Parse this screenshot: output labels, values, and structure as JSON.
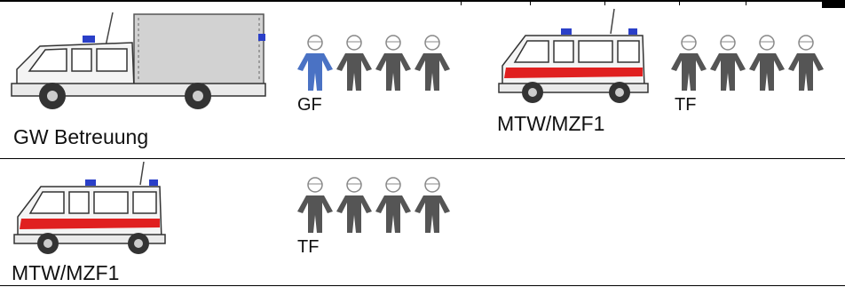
{
  "groups": [
    {
      "vehicle_label": "GW Betreuung",
      "vehicle_icon": "truck-with-tarp-icon",
      "crew_label": "GF",
      "crew": [
        "leader",
        "member",
        "member",
        "member"
      ]
    },
    {
      "vehicle_label": "MTW/MZF1",
      "vehicle_icon": "van-red-stripe-icon",
      "crew_label": "TF",
      "crew": [
        "member",
        "member",
        "member",
        "member"
      ]
    },
    {
      "vehicle_label": "MTW/MZF1",
      "vehicle_icon": "van-red-stripe-icon",
      "crew_label": "TF",
      "crew": [
        "member",
        "member",
        "member",
        "member"
      ]
    }
  ],
  "colors": {
    "leader": "#4a72c4",
    "member": "#555555",
    "stripe": "#e02020",
    "light": "#2a3fc8"
  }
}
